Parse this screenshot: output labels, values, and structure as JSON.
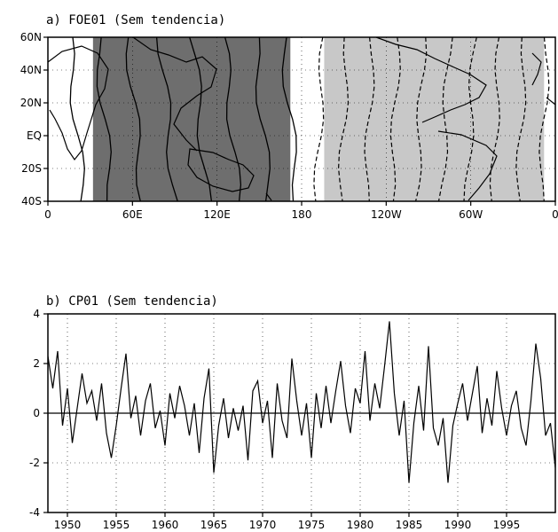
{
  "chart_data": [
    {
      "type": "heatmap",
      "title": "a) FOE01 (Sem tendencia)",
      "xlim": [
        0,
        360
      ],
      "ylim": [
        -40,
        60
      ],
      "x_ticks": [
        {
          "value": 0,
          "label": "0"
        },
        {
          "value": 60,
          "label": "60E"
        },
        {
          "value": 120,
          "label": "120E"
        },
        {
          "value": 180,
          "label": "180"
        },
        {
          "value": 240,
          "label": "120W"
        },
        {
          "value": 300,
          "label": "60W"
        },
        {
          "value": 360,
          "label": "0"
        }
      ],
      "y_ticks": [
        {
          "value": 60,
          "label": "60N"
        },
        {
          "value": 40,
          "label": "40N"
        },
        {
          "value": 20,
          "label": "20N"
        },
        {
          "value": 0,
          "label": "EQ"
        },
        {
          "value": -20,
          "label": "20S"
        },
        {
          "value": -40,
          "label": "40S"
        }
      ],
      "grid": true,
      "shaded_regions": [
        {
          "lon_range": [
            32,
            172
          ],
          "shade": "dark",
          "color": "#6e6e6e"
        },
        {
          "lon_range": [
            196,
            352
          ],
          "shade": "light",
          "color": "#c8c8c8"
        }
      ],
      "contours": {
        "solid_lons": [
          20,
          40,
          62,
          85,
          108,
          130,
          152,
          172
        ],
        "dashed_lons": [
          193,
          210,
          228,
          246,
          264,
          282,
          300,
          318,
          336,
          352
        ]
      }
    },
    {
      "type": "line",
      "title": "b) CP01 (Sem tendencia)",
      "xlim": [
        1948,
        2000
      ],
      "ylim": [
        -4,
        4
      ],
      "x_ticks": [
        1950,
        1955,
        1960,
        1965,
        1970,
        1975,
        1980,
        1985,
        1990,
        1995
      ],
      "y_ticks": [
        4,
        2,
        0,
        -2,
        -4
      ],
      "grid": true,
      "series": [
        {
          "x": [
            1948.0,
            1948.5,
            1949.0,
            1949.5,
            1950.0,
            1950.5,
            1951.0,
            1951.5,
            1952.0,
            1952.5,
            1953.0,
            1953.5,
            1954.0,
            1954.5,
            1955.0,
            1955.5,
            1956.0,
            1956.5,
            1957.0,
            1957.5,
            1958.0,
            1958.5,
            1959.0,
            1959.5,
            1960.0,
            1960.5,
            1961.0,
            1961.5,
            1962.0,
            1962.5,
            1963.0,
            1963.5,
            1964.0,
            1964.5,
            1965.0,
            1965.5,
            1966.0,
            1966.5,
            1967.0,
            1967.5,
            1968.0,
            1968.5,
            1969.0,
            1969.5,
            1970.0,
            1970.5,
            1971.0,
            1971.5,
            1972.0,
            1972.5,
            1973.0,
            1973.5,
            1974.0,
            1974.5,
            1975.0,
            1975.5,
            1976.0,
            1976.5,
            1977.0,
            1977.5,
            1978.0,
            1978.5,
            1979.0,
            1979.5,
            1980.0,
            1980.5,
            1981.0,
            1981.5,
            1982.0,
            1982.5,
            1983.0,
            1983.5,
            1984.0,
            1984.5,
            1985.0,
            1985.5,
            1986.0,
            1986.5,
            1987.0,
            1987.5,
            1988.0,
            1988.5,
            1989.0,
            1989.5,
            1990.0,
            1990.5,
            1991.0,
            1991.5,
            1992.0,
            1992.5,
            1993.0,
            1993.5,
            1994.0,
            1994.5,
            1995.0,
            1995.5,
            1996.0,
            1996.5,
            1997.0,
            1997.5,
            1998.0,
            1998.5,
            1999.0,
            1999.5,
            2000.0
          ],
          "values": [
            2.3,
            1.0,
            2.5,
            -0.5,
            1.0,
            -1.2,
            0.2,
            1.6,
            0.4,
            0.9,
            -0.3,
            1.2,
            -0.8,
            -1.8,
            -0.5,
            1.0,
            2.4,
            -0.2,
            0.7,
            -0.9,
            0.5,
            1.2,
            -0.6,
            0.1,
            -1.3,
            0.8,
            -0.2,
            1.1,
            0.3,
            -0.9,
            0.4,
            -1.6,
            0.6,
            1.8,
            -2.4,
            -0.5,
            0.6,
            -1.0,
            0.2,
            -0.7,
            0.3,
            -1.9,
            0.9,
            1.3,
            -0.4,
            0.5,
            -1.8,
            1.2,
            -0.3,
            -1.0,
            2.2,
            0.5,
            -0.9,
            0.4,
            -1.8,
            0.8,
            -0.6,
            1.1,
            -0.4,
            0.9,
            2.1,
            0.3,
            -0.8,
            1.0,
            0.4,
            2.5,
            -0.3,
            1.2,
            0.2,
            1.9,
            3.7,
            0.8,
            -0.9,
            0.5,
            -2.8,
            -0.4,
            1.1,
            -0.7,
            2.7,
            -0.6,
            -1.3,
            -0.2,
            -2.8,
            -0.5,
            0.4,
            1.2,
            -0.3,
            0.8,
            1.9,
            -0.8,
            0.6,
            -0.5,
            1.7,
            0.2,
            -0.9,
            0.3,
            0.9,
            -0.6,
            -1.3,
            0.5,
            2.8,
            1.4,
            -0.9,
            -0.4,
            -2.2
          ]
        }
      ]
    }
  ]
}
